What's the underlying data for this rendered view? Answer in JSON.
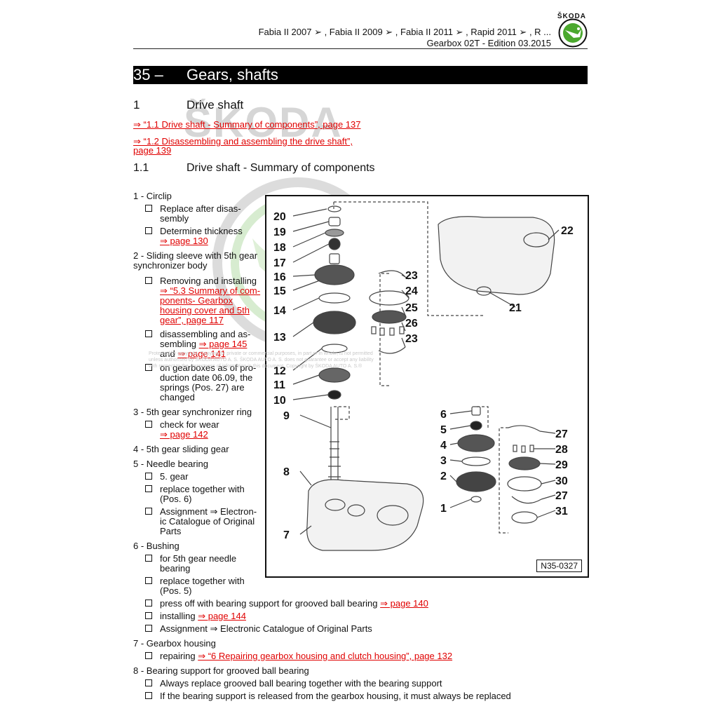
{
  "header": {
    "brand": "ŠKODA",
    "models": "Fabia II 2007 ➢ , Fabia II 2009 ➢ , Fabia II 2011 ➢ , Rapid 2011 ➢ , R ...",
    "edition": "Gearbox 02T - Edition 03.2015"
  },
  "section": {
    "number": "35 –",
    "title": "Gears, shafts"
  },
  "chapter": {
    "number": "1",
    "title": "Drive shaft",
    "link1": "⇒ “1.1 Drive shaft - Summary of components”, page 137",
    "link2a": "⇒ “1.2 Disassembling and assembling the drive shaft”,",
    "link2b": "page 139"
  },
  "subchapter": {
    "number": "1.1",
    "title": "Drive shaft - Summary of components"
  },
  "watermark": {
    "text": "ŠKODA"
  },
  "notice": {
    "l1": "Protected by copyright. Copying for private or commercial purposes, in part or in whole, is not permitted",
    "l2": "unless authorised by ŠKODA AUTO A. S. ŠKODA AUTO A. S. does not guarantee or accept any liability",
    "l3": "with respect to the correctness of information in this document. Copyright by ŠKODA AUTO A. S.®"
  },
  "items": {
    "i1": {
      "title": "1 - Circlip",
      "s1": "Replace after disas-",
      "s1b": "sembly",
      "s2": "Determine thickness",
      "s2l": "⇒ page 130"
    },
    "i2": {
      "title": "2 - Sliding sleeve with 5th gear",
      "title2": "synchronizer body",
      "s1": "Removing and installing",
      "s1l1": "⇒ “5.3 Summary of com-",
      "s1l2": "ponents- Gearbox",
      "s1l3": "housing cover and 5th",
      "s1l4": "gear”, page 117",
      "s2": "disassembling and as-",
      "s2b": "sembling ",
      "s2l": "⇒ page 145",
      "s2c": "and ",
      "s2l2": "⇒ page 141",
      "s3": "on gearboxes as of pro-",
      "s3b": "duction date 06.09, the",
      "s3c": "springs (Pos. 27) are",
      "s3d": "changed"
    },
    "i3": {
      "title": "3 - 5th gear synchronizer ring",
      "s1": "check for wear",
      "s1l": "⇒ page 142"
    },
    "i4": {
      "title": "4 - 5th gear sliding gear"
    },
    "i5": {
      "title": "5 - Needle bearing",
      "s1": "5. gear",
      "s2": "replace together with",
      "s2b": "(Pos. 6)",
      "s3": "Assignment ⇒ Electron-",
      "s3b": "ic Catalogue of Original",
      "s3c": "Parts"
    },
    "i6": {
      "title": "6 - Bushing",
      "s1": "for 5th gear needle",
      "s1b": "bearing",
      "s2": "replace together with",
      "s2b": "(Pos. 5)",
      "s3": "press off with bearing support for grooved ball bearing ",
      "s3l": "⇒ page 140",
      "s4": "installing ",
      "s4l": "⇒ page 144",
      "s5": "Assignment ⇒  Electronic Catalogue of Original Parts"
    },
    "i7": {
      "title": "7 - Gearbox housing",
      "s1": "repairing ",
      "s1l": "⇒ “6 Repairing gearbox housing and clutch housing”, page 132"
    },
    "i8": {
      "title": "8 - Bearing support for grooved ball bearing",
      "s1": "Always replace grooved ball bearing together with the bearing support",
      "s2": "If the bearing support is released from the gearbox housing, it must always be replaced"
    }
  },
  "figure": {
    "id": "N35-0327",
    "numbers": [
      "20",
      "19",
      "18",
      "17",
      "16",
      "15",
      "14",
      "13",
      "12",
      "11",
      "10",
      "9",
      "8",
      "7",
      "22",
      "21",
      "23",
      "24",
      "25",
      "26",
      "23",
      "6",
      "5",
      "4",
      "3",
      "2",
      "1",
      "27",
      "28",
      "29",
      "30",
      "27",
      "31"
    ]
  },
  "colors": {
    "link": "#e00000",
    "logo_green": "#4ba82e"
  }
}
